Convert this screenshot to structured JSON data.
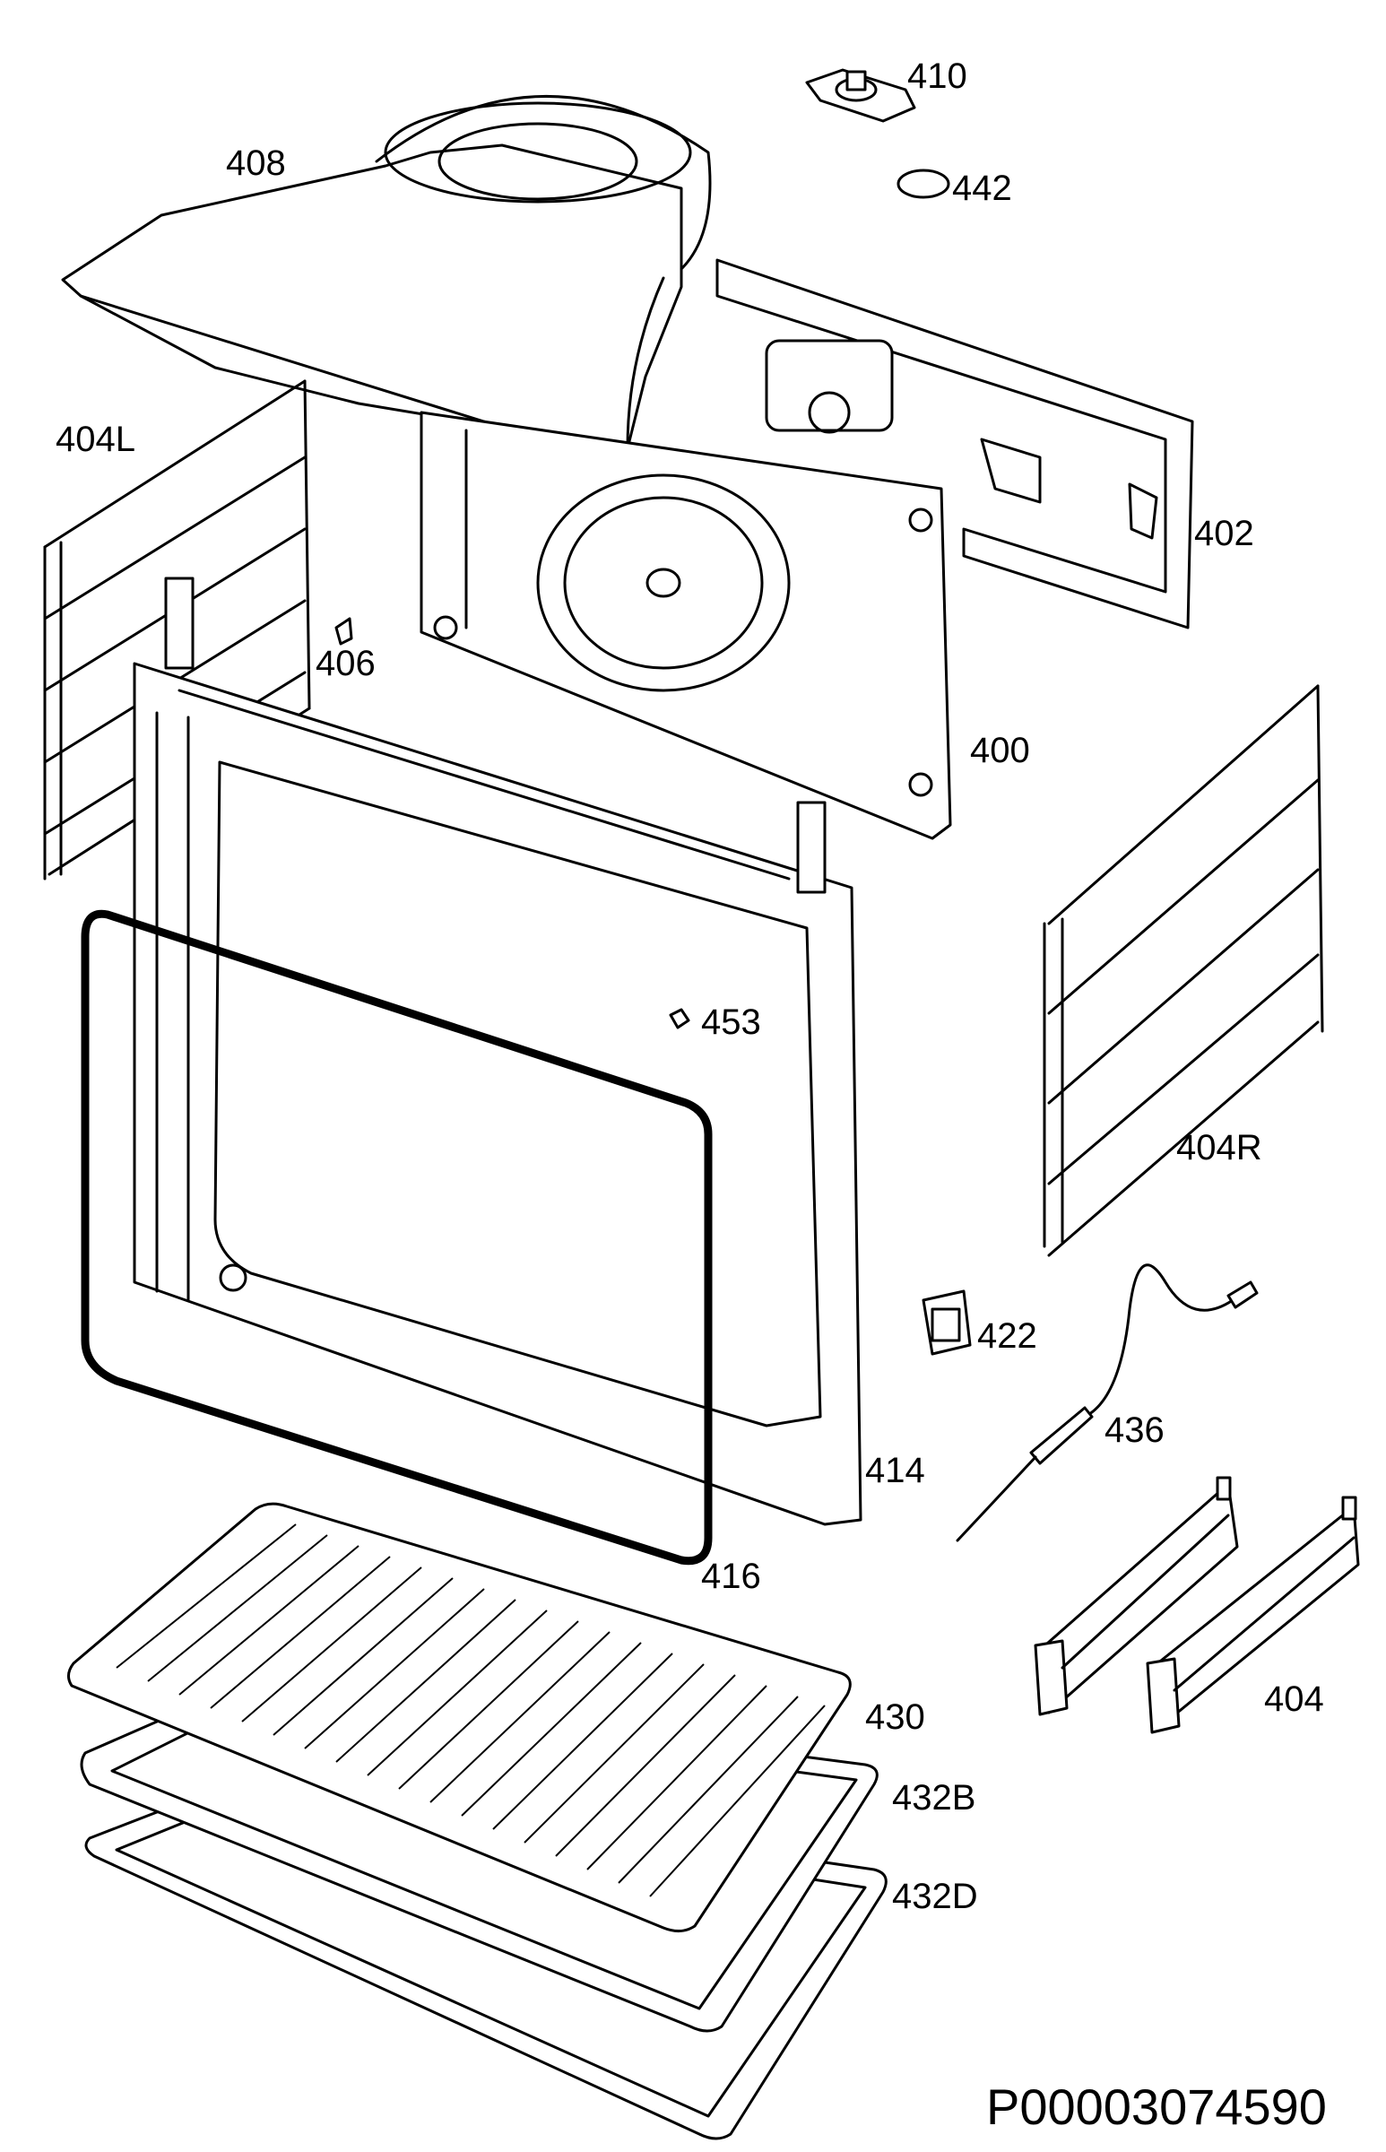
{
  "labels": {
    "p410": "410",
    "p442": "442",
    "p408": "408",
    "p404L": "404L",
    "p402": "402",
    "p406": "406",
    "p400": "400",
    "p453": "453",
    "p404R": "404R",
    "p422": "422",
    "p436": "436",
    "p414": "414",
    "p416": "416",
    "p430": "430",
    "p404": "404",
    "p432B": "432B",
    "p432D": "432D"
  },
  "document_id": "P00003074590"
}
